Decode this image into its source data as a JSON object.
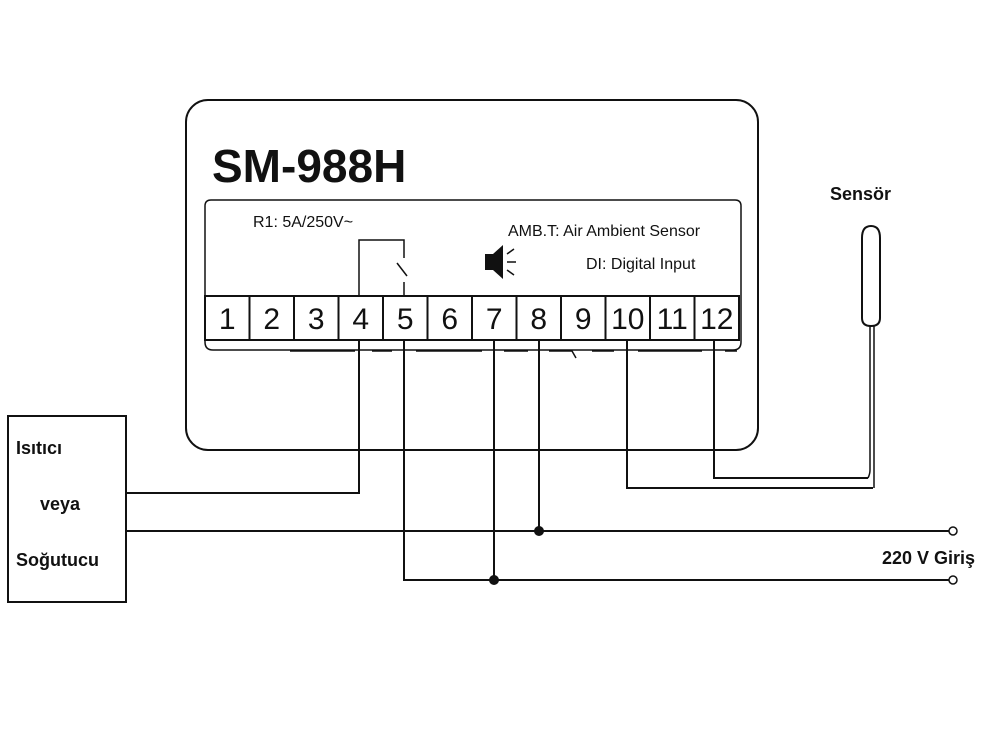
{
  "device": {
    "model": "SM-988H",
    "relay_rating": "R1: 5A/250V~",
    "legend_amb": "AMB.T: Air Ambient Sensor",
    "legend_di": "DI:  Digital Input",
    "terminals": [
      "1",
      "2",
      "3",
      "4",
      "5",
      "6",
      "7",
      "8",
      "9",
      "10",
      "11",
      "12"
    ]
  },
  "load": {
    "line1": "Isıtıcı",
    "line2": "veya",
    "line3": "Soğutucu"
  },
  "sensor": {
    "label": "Sensör"
  },
  "power": {
    "label": "220 V Giriş"
  }
}
